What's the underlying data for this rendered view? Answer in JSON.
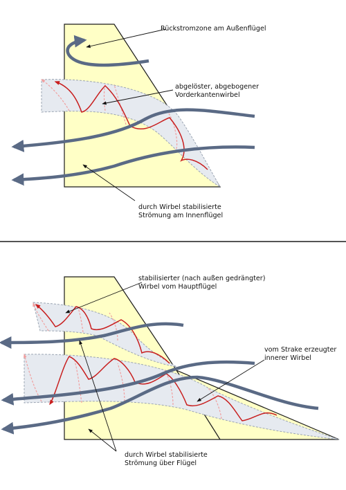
{
  "top": {
    "labels": {
      "backflow": "Rückstromzone am Außenflügel",
      "detached_1": "abgelöster, abgebogener",
      "detached_2": "Vorderkantenwirbel",
      "stabilized_1": "durch Wirbel stabilisierte",
      "stabilized_2": "Strömung am Innenflügel"
    }
  },
  "bottom": {
    "labels": {
      "stabilized_vortex_1": "stabilisierter (nach außen gedrängter)",
      "stabilized_vortex_2": "Wirbel vom Hauptflügel",
      "strake_vortex_1": "vom Strake erzeugter",
      "strake_vortex_2": "innerer Wirbel",
      "stabilized_flow_1": "durch Wirbel stabilisierte",
      "stabilized_flow_2": "Strömung über Flügel"
    }
  },
  "colors": {
    "wing_fill": "#ffffc6",
    "vortex_fill": "#e6eaf0",
    "flow_line": "#5a6a85",
    "vortex_red": "#c81e1e",
    "vortex_pink": "#f0a0a0",
    "outline": "#1a1a1a"
  }
}
